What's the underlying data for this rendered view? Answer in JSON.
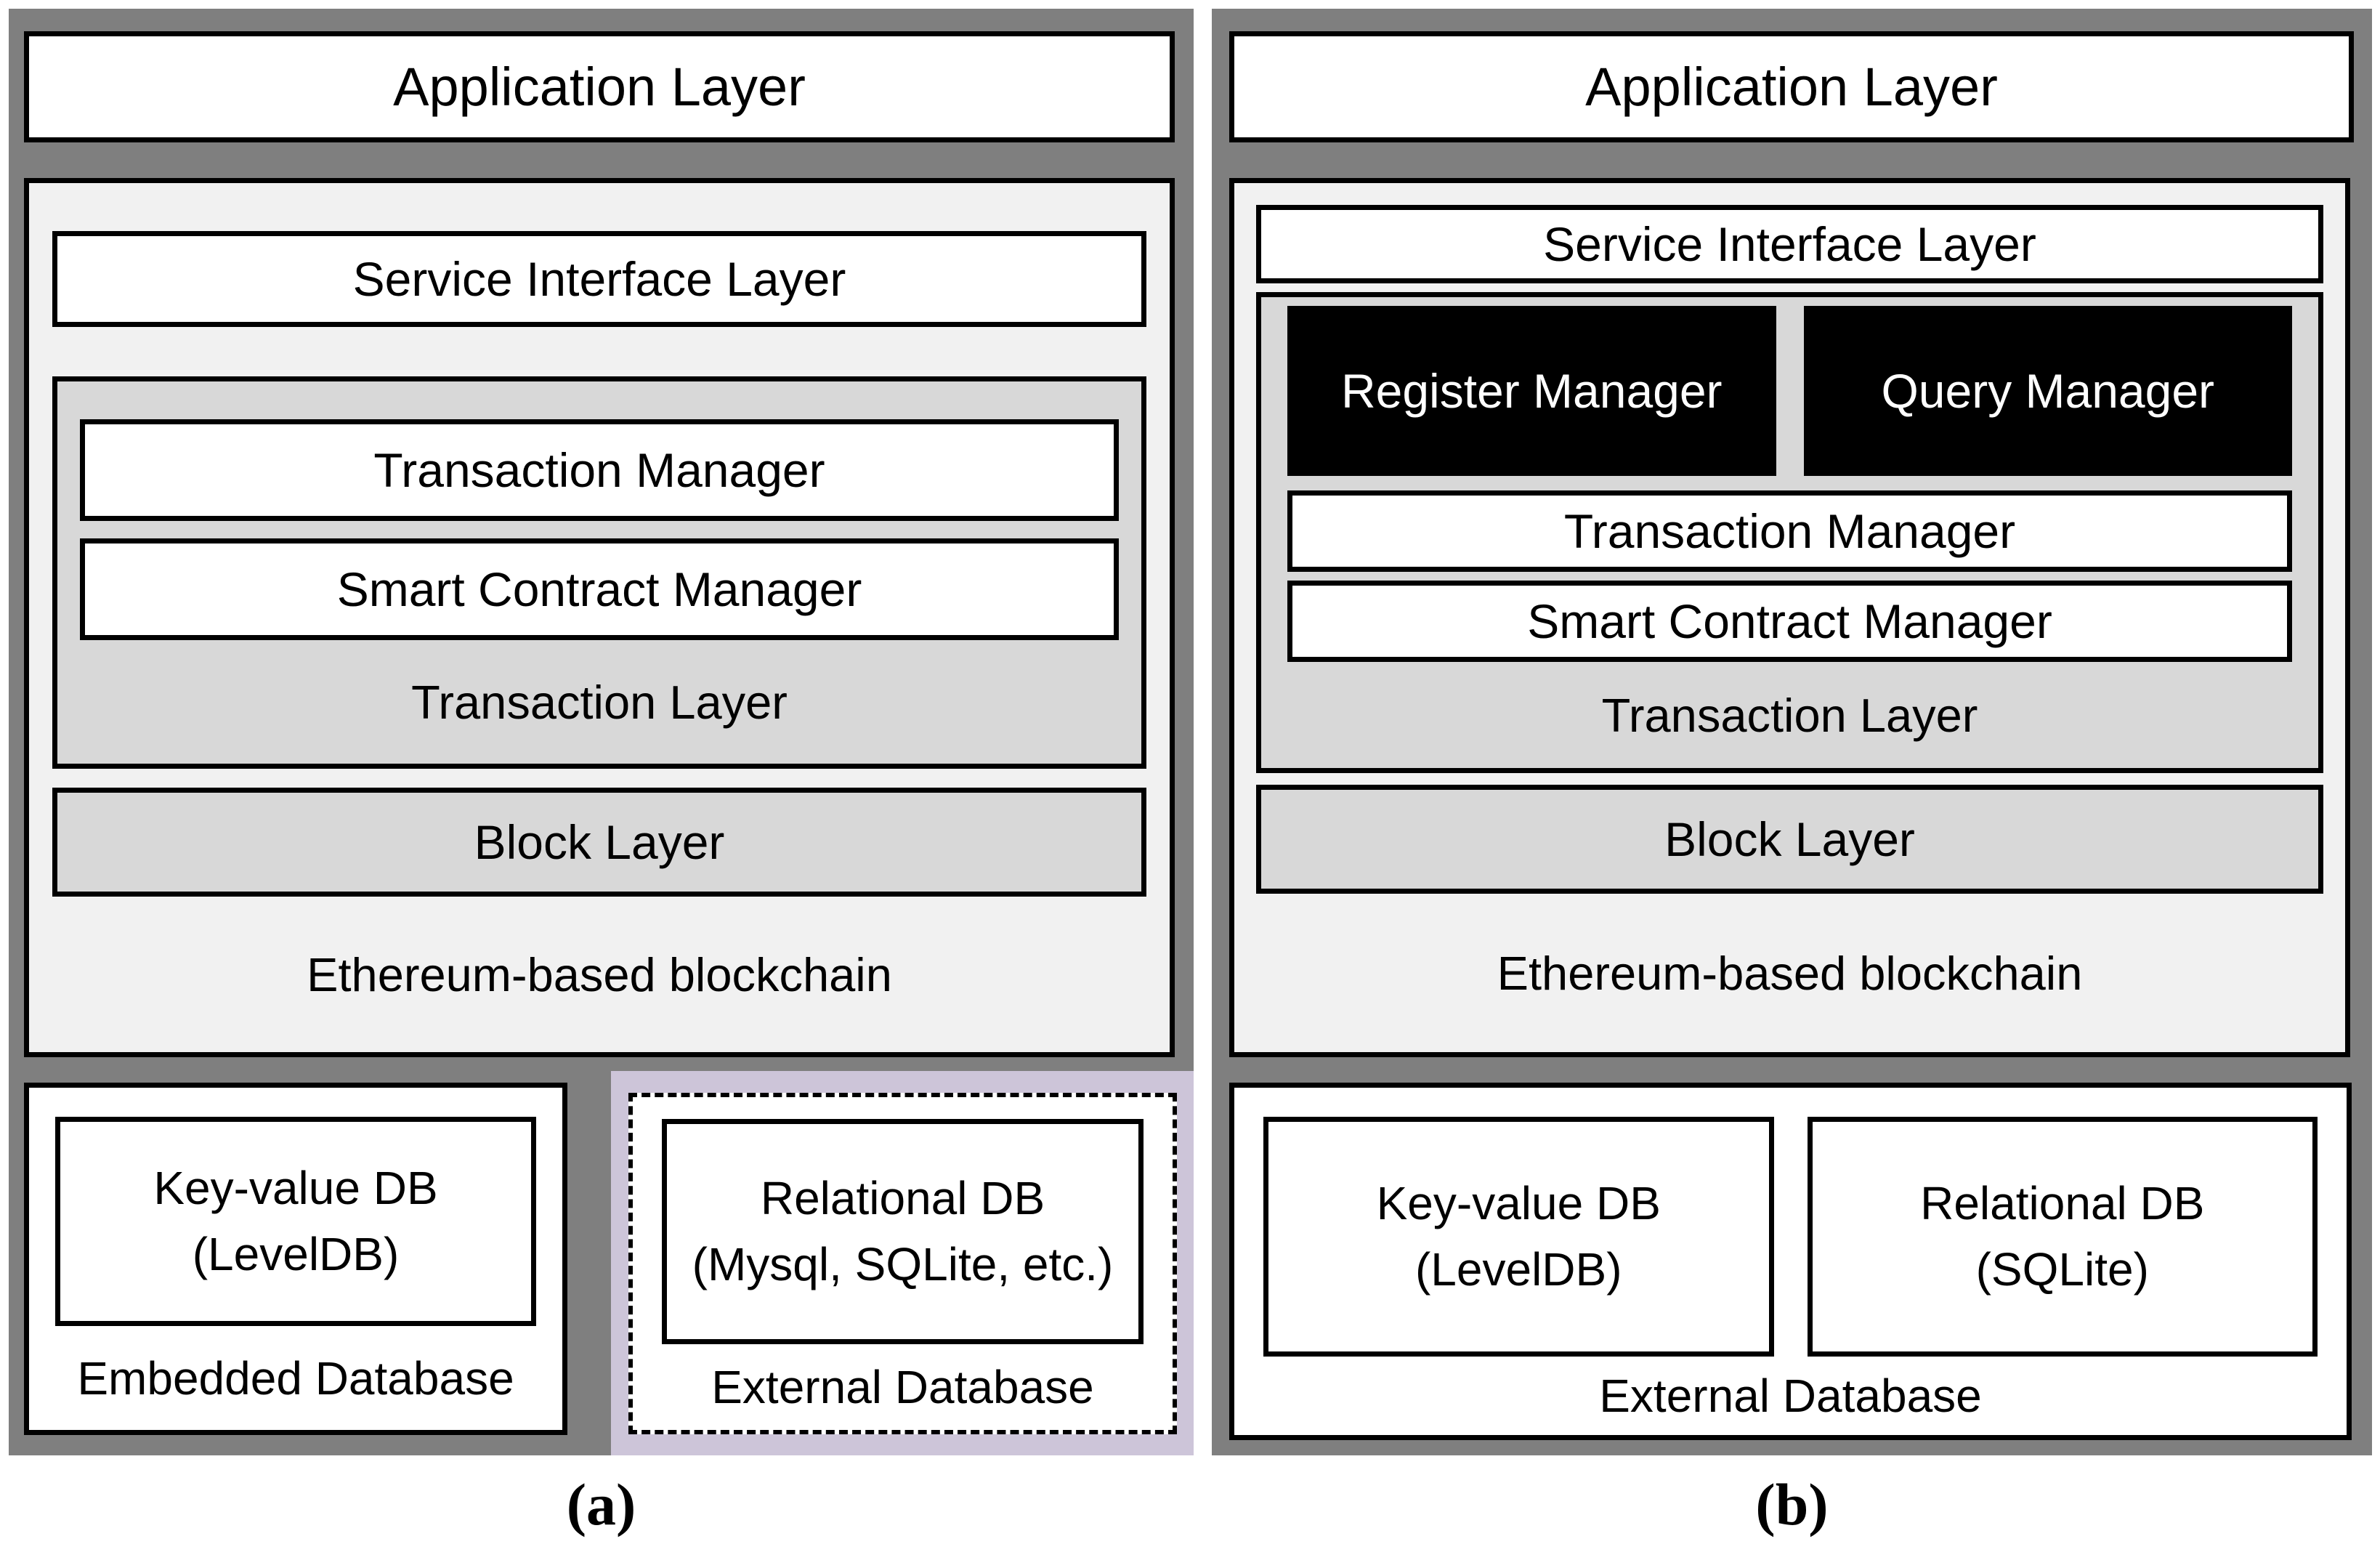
{
  "panel_a": {
    "caption": "(a)",
    "application_layer": "Application Layer",
    "service_interface_layer": "Service Interface Layer",
    "transaction_manager": "Transaction Manager",
    "smart_contract_manager": "Smart Contract Manager",
    "transaction_layer_label": "Transaction Layer",
    "block_layer": "Block Layer",
    "blockchain_label": "Ethereum-based blockchain",
    "embedded_db": {
      "box_line1": "Key-value DB",
      "box_line2": "(LevelDB)",
      "label": "Embedded Database"
    },
    "external_db": {
      "box_line1": "Relational DB",
      "box_line2": "(Mysql, SQLite, etc.)",
      "label": "External Database"
    }
  },
  "panel_b": {
    "caption": "(b)",
    "application_layer": "Application Layer",
    "service_interface_layer": "Service Interface Layer",
    "register_manager": "Register Manager",
    "query_manager": "Query Manager",
    "transaction_manager": "Transaction Manager",
    "smart_contract_manager": "Smart Contract Manager",
    "transaction_layer_label": "Transaction Layer",
    "block_layer": "Block Layer",
    "blockchain_label": "Ethereum-based blockchain",
    "external_db": {
      "kv_line1": "Key-value DB",
      "kv_line2": "(LevelDB)",
      "rel_line1": "Relational DB",
      "rel_line2": "(SQLite)",
      "label": "External Database"
    }
  },
  "colors": {
    "panel_background": "#7f7f7f",
    "blockchain_background": "#f1f1f1",
    "layer_background": "#d8d8d8",
    "external_region_background_a": "#cdc5d9",
    "manager_box_background": "#000000",
    "manager_box_text": "#ffffff",
    "border": "#000000"
  }
}
